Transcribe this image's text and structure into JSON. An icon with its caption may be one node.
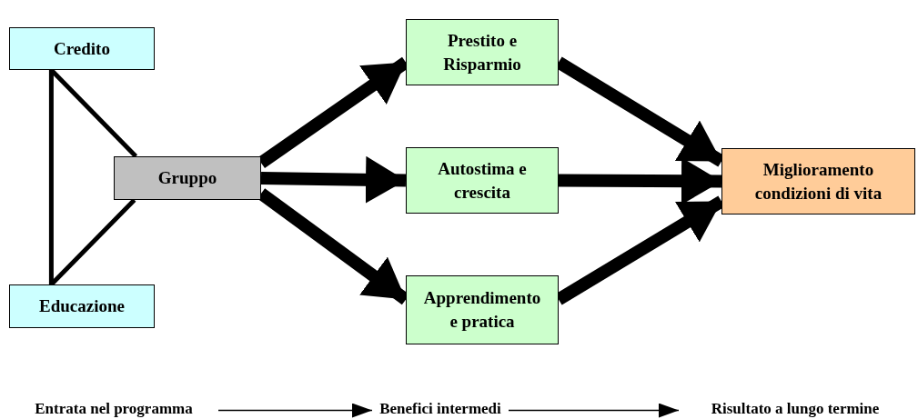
{
  "diagram": {
    "nodes": [
      {
        "text": [
          "Credito"
        ]
      },
      {
        "text": [
          "Gruppo"
        ]
      },
      {
        "text": [
          "Educazione"
        ]
      },
      {
        "text": [
          "Prestito e Risparmio"
        ]
      },
      {
        "text": [
          "Autostima e crescita"
        ]
      },
      {
        "text": [
          "Apprendimento e pratica"
        ]
      },
      {
        "text": [
          "Miglioramento condizioni di vita"
        ]
      },
      {
        "text": [
          "Entrata nel programma"
        ]
      },
      {
        "text": [
          "Benefici intermedi"
        ]
      },
      {
        "text": [
          "Risultato a lungo termine"
        ]
      }
    ],
    "edges": [
      {
        "from": 0,
        "to": 2,
        "arrow": "none"
      },
      {
        "from": 0,
        "to": 1,
        "arrow": "none"
      },
      {
        "from": 2,
        "to": 1,
        "arrow": "none"
      },
      {
        "from": 1,
        "to": 3,
        "arrow": "to"
      },
      {
        "from": 1,
        "to": 4,
        "arrow": "to"
      },
      {
        "from": 1,
        "to": 5,
        "arrow": "to"
      },
      {
        "from": 3,
        "to": 6,
        "arrow": "to"
      },
      {
        "from": 4,
        "to": 6,
        "arrow": "to"
      },
      {
        "from": 5,
        "to": 6,
        "arrow": "to"
      },
      {
        "from": 7,
        "to": 8,
        "arrow": "to"
      },
      {
        "from": 8,
        "to": 9,
        "arrow": "to"
      }
    ]
  }
}
